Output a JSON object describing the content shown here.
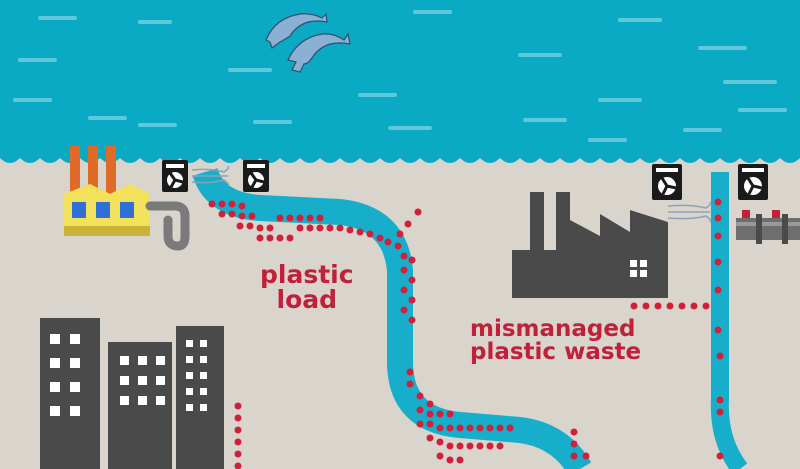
{
  "labels": {
    "plastic_load": [
      "plastic",
      "load"
    ],
    "mismanaged_waste": [
      "mismanaged",
      "plastic waste"
    ]
  },
  "colors": {
    "ocean": "#0aa9c4",
    "ocean_streak": "#5fc9dc",
    "land": "#d9d5cc",
    "river": "#17aecb",
    "plastic_dots": "#d0203a",
    "buildings": "#4a4a4a",
    "factory_body": "#f2e15a",
    "chimney": "#e06b28"
  },
  "icons": [
    "dolphin-icon",
    "factory-icon",
    "turbine-monitor-icon",
    "wind-icon",
    "pipe-icon",
    "building-icon"
  ]
}
